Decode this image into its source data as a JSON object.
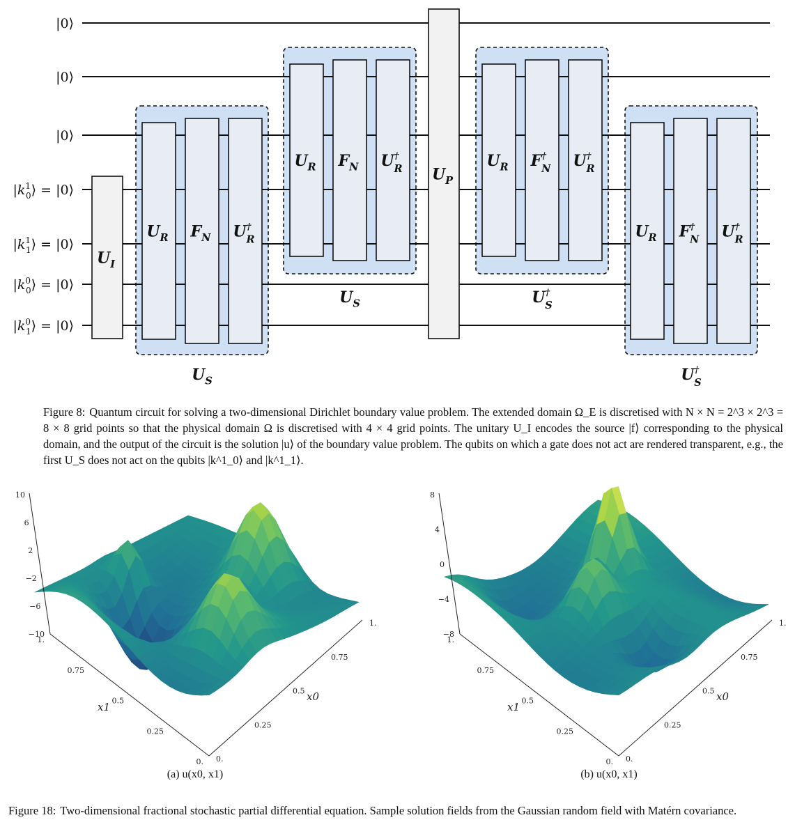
{
  "circuit": {
    "wires": [
      {
        "ket": "|0⟩"
      },
      {
        "ket": "|0⟩"
      },
      {
        "ket": "|0⟩"
      },
      {
        "ket": "|k",
        "sup": "1",
        "sub": "0",
        "eq": "⟩ = |0⟩"
      },
      {
        "ket": "|k",
        "sup": "1",
        "sub": "1",
        "eq": "⟩ = |0⟩"
      },
      {
        "ket": "|k",
        "sup": "0",
        "sub": "0",
        "eq": "⟩ = |0⟩"
      },
      {
        "ket": "|k",
        "sup": "0",
        "sub": "1",
        "eq": "⟩ = |0⟩"
      }
    ],
    "gates": {
      "ui": {
        "base": "U",
        "sub": "I"
      },
      "up": {
        "base": "U",
        "sub": "P"
      },
      "ur": {
        "base": "U",
        "sub": "R"
      },
      "fn": {
        "base": "F",
        "sub": "N"
      },
      "urd": {
        "base": "U",
        "sub": "R",
        "sup": "†"
      },
      "fnd": {
        "base": "F",
        "sub": "N",
        "sup": "†"
      }
    },
    "blocks": {
      "us": {
        "base": "U",
        "sub": "S"
      },
      "usd": {
        "base": "U",
        "sub": "S",
        "sup": "†"
      }
    }
  },
  "figure8": {
    "label": "Figure 8:",
    "text": "Quantum circuit for solving a two-dimensional Dirichlet boundary value problem. The extended domain Ω_E is discretised with N × N = 2^3 × 2^3 = 8 × 8 grid points so that the physical domain Ω is discretised with 4 × 4 grid points. The unitary U_I encodes the source |f⟩ corresponding to the physical domain, and the output of the circuit is the solution |u⟩ of the boundary value problem. The qubits on which a gate does not act are rendered transparent, e.g., the first U_S does not act on the qubits |k^1_0⟩ and |k^1_1⟩."
  },
  "plots": [
    {
      "zticks": [
        "10",
        "6",
        "2",
        "−2",
        "−6",
        "−10"
      ],
      "x1ticks": [
        "1.",
        "0.75",
        "0.5",
        "0.25",
        "0."
      ],
      "x0ticks": [
        "1.",
        "0.75",
        "0.5",
        "0.25",
        "0."
      ],
      "x1label": "x1",
      "x0label": "x0",
      "caption": "(a) u(x0, x1)"
    },
    {
      "zticks": [
        "8",
        "4",
        "0",
        "−4",
        "−8"
      ],
      "x1ticks": [
        "1.",
        "0.75",
        "0.5",
        "0.25",
        "0."
      ],
      "x0ticks": [
        "1.",
        "0.75",
        "0.5",
        "0.25",
        "0."
      ],
      "x1label": "x1",
      "x0label": "x0",
      "caption": "(b) u(x0, x1)"
    }
  ],
  "figure18": {
    "label": "Figure 18:",
    "text": "Two-dimensional fractional stochastic partial differential equation. Sample solution fields from the Gaussian random field with Matérn covariance."
  }
}
